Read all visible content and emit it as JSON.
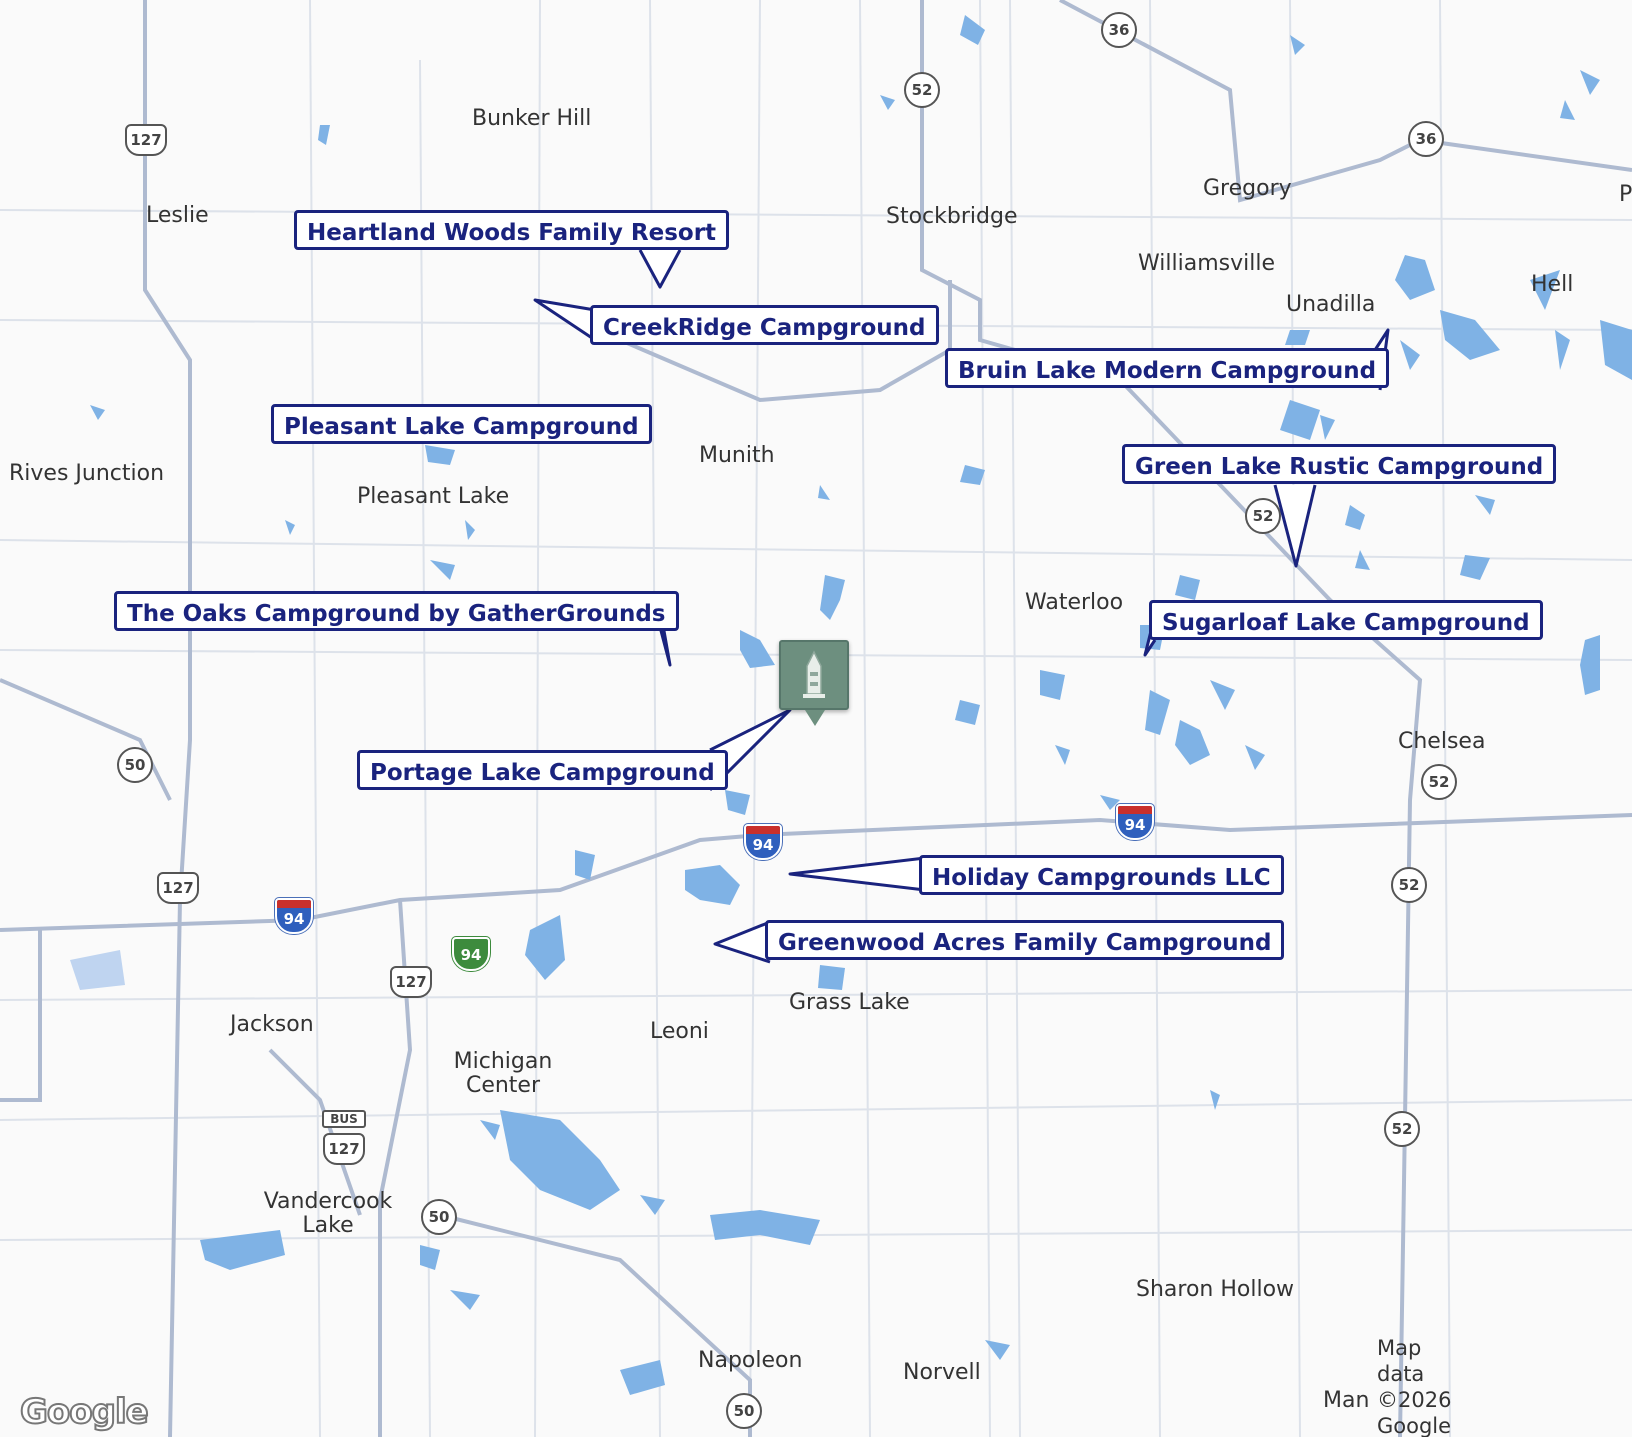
{
  "towns": [
    {
      "id": "bunker-hill",
      "name": "Bunker Hill"
    },
    {
      "id": "leslie",
      "name": "Leslie"
    },
    {
      "id": "stockbridge",
      "name": "Stockbridge"
    },
    {
      "id": "gregory",
      "name": "Gregory"
    },
    {
      "id": "williamsville",
      "name": "Williamsville"
    },
    {
      "id": "unadilla",
      "name": "Unadilla"
    },
    {
      "id": "hell",
      "name": "Hell"
    },
    {
      "id": "rives-junction",
      "name": "Rives Junction"
    },
    {
      "id": "munith",
      "name": "Munith"
    },
    {
      "id": "pleasant-lake",
      "name": "Pleasant Lake"
    },
    {
      "id": "waterloo",
      "name": "Waterloo"
    },
    {
      "id": "chelsea",
      "name": "Chelsea"
    },
    {
      "id": "grass-lake",
      "name": "Grass Lake"
    },
    {
      "id": "leoni",
      "name": "Leoni"
    },
    {
      "id": "jackson",
      "name": "Jackson"
    },
    {
      "id": "michigan-center",
      "name": "Michigan Center"
    },
    {
      "id": "vandercook-lake",
      "name": "Vandercook Lake"
    },
    {
      "id": "sharon-hollow",
      "name": "Sharon Hollow"
    },
    {
      "id": "napoleon",
      "name": "Napoleon"
    },
    {
      "id": "norvell",
      "name": "Norvell"
    },
    {
      "id": "manchester-fragment",
      "name": "Man"
    },
    {
      "id": "edge-fragment",
      "name": "P"
    }
  ],
  "campgrounds": [
    {
      "id": "heartland-woods",
      "name": "Heartland Woods Family Resort"
    },
    {
      "id": "creekridge",
      "name": "CreekRidge Campground"
    },
    {
      "id": "bruin-lake",
      "name": "Bruin Lake Modern Campground"
    },
    {
      "id": "pleasant-lake-cg",
      "name": "Pleasant Lake Campground"
    },
    {
      "id": "green-lake",
      "name": "Green Lake Rustic Campground"
    },
    {
      "id": "the-oaks",
      "name": "The Oaks Campground by GatherGrounds"
    },
    {
      "id": "sugarloaf",
      "name": "Sugarloaf Lake Campground"
    },
    {
      "id": "portage-lake",
      "name": "Portage Lake Campground"
    },
    {
      "id": "holiday",
      "name": "Holiday Campgrounds LLC"
    },
    {
      "id": "greenwood-acres",
      "name": "Greenwood Acres Family Campground"
    }
  ],
  "routes": [
    {
      "id": "r36a",
      "type": "state",
      "number": "36"
    },
    {
      "id": "r36b",
      "type": "state",
      "number": "36"
    },
    {
      "id": "r52a",
      "type": "state",
      "number": "52"
    },
    {
      "id": "r52b",
      "type": "state",
      "number": "52"
    },
    {
      "id": "r52c",
      "type": "state",
      "number": "52"
    },
    {
      "id": "r52d",
      "type": "state",
      "number": "52"
    },
    {
      "id": "r52e",
      "type": "state",
      "number": "52"
    },
    {
      "id": "r127a",
      "type": "us",
      "number": "127"
    },
    {
      "id": "r127b",
      "type": "us",
      "number": "127"
    },
    {
      "id": "r127c",
      "type": "us",
      "number": "127"
    },
    {
      "id": "r127d",
      "type": "us",
      "number": "127"
    },
    {
      "id": "r50a",
      "type": "state",
      "number": "50"
    },
    {
      "id": "r50b",
      "type": "state",
      "number": "50"
    },
    {
      "id": "r50c",
      "type": "state",
      "number": "50"
    },
    {
      "id": "i94a",
      "type": "interstate",
      "number": "94"
    },
    {
      "id": "i94b",
      "type": "interstate",
      "number": "94"
    },
    {
      "id": "i94c",
      "type": "interstate",
      "number": "94"
    },
    {
      "id": "bl94",
      "type": "business",
      "number": "94"
    },
    {
      "id": "bus",
      "type": "bus",
      "number": "BUS"
    }
  ],
  "attribution": {
    "line1": "Map",
    "line2": "data",
    "line3": "©2026",
    "line4": "Google"
  },
  "logo": "Google",
  "colors": {
    "water": "#7fb2e5",
    "road": "#aebad0",
    "callout_border": "#1a237e",
    "callout_text": "#1a237e",
    "marker": "#6d8f7f"
  }
}
